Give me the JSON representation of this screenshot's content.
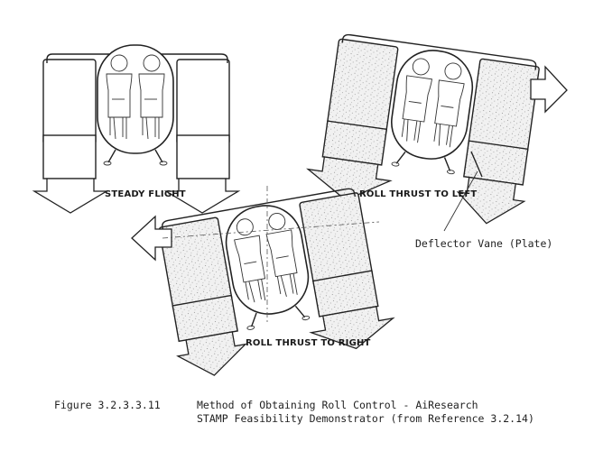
{
  "labels": {
    "steady": "STEADY FLIGHT",
    "roll_left": "ROLL THRUST TO LEFT",
    "roll_right": "ROLL THRUST TO RIGHT",
    "deflector": "Deflector Vane (Plate)"
  },
  "caption": {
    "figure_number": "Figure 3.2.3.3.11",
    "line1": "Method of Obtaining Roll Control - AiResearch",
    "line2": "STAMP Feasibility Demonstrator (from Reference 3.2.14)"
  }
}
